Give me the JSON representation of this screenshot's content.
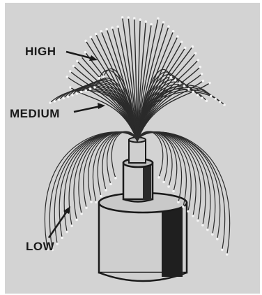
{
  "labels": {
    "high": "HIGH",
    "medium": "MEDIUM",
    "low": "LOW"
  },
  "colors": {
    "panel": "#d3d3d3",
    "ink": "#1a1a1a",
    "fiber": "#2b2b2b",
    "fiber_tip": "#f4f4f4"
  }
}
